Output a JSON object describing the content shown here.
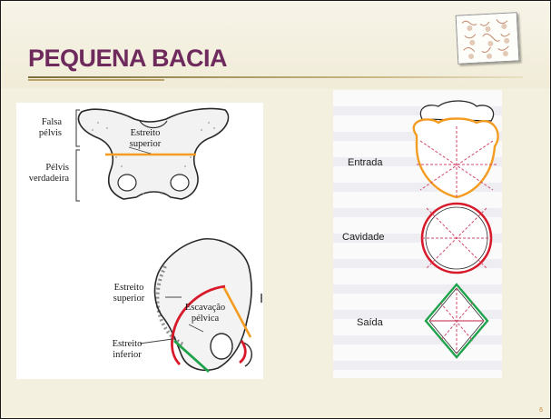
{
  "slide": {
    "title": "PEQUENA BACIA",
    "page_number": "6"
  },
  "left_figure": {
    "labels": {
      "falsa_pelvis": "Falsa\npélvis",
      "estreito_superior_top": "Estreito\nsuperior",
      "pelvis_verdadeira": "Pélvis\nverdadeira",
      "estreito_superior_side": "Estreito\nsuperior",
      "escavacao_pelvica": "Escavação\npélvica",
      "estreito_inferior": "Estreito\ninferior"
    }
  },
  "right_figure": {
    "labels": {
      "entrada": "Entrada",
      "cavidade": "Cavidade",
      "saida": "Saída"
    }
  },
  "colors": {
    "title": "#6e2a5d",
    "orange": "#f39c21",
    "red": "#d7192a",
    "green": "#1ea24a",
    "pink_dashed": "#d14a6a"
  }
}
